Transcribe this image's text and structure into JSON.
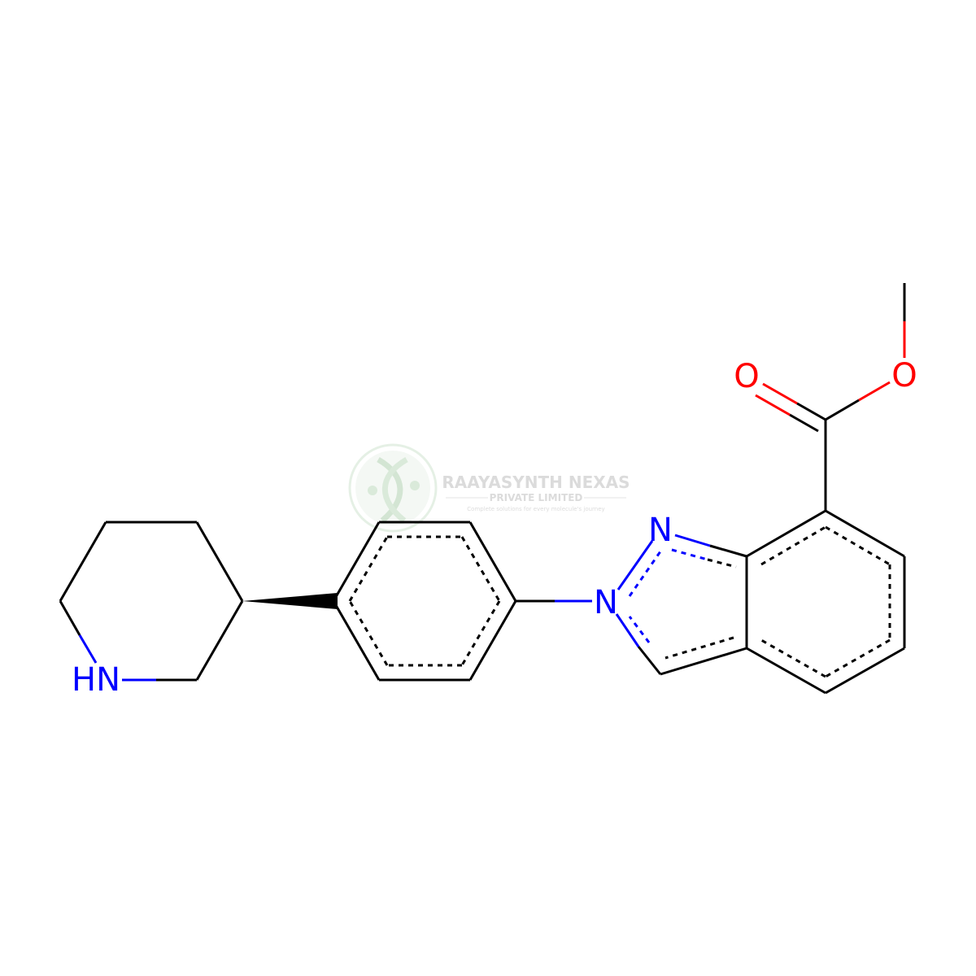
{
  "molecule": {
    "atoms": {
      "ring_n": "N",
      "indazole_n2": "N",
      "piperidine_nh": "HN",
      "carbonyl_o": "O",
      "ester_o": "O"
    },
    "colors": {
      "carbon_bond": "#000000",
      "nitrogen": "#0000ff",
      "oxygen": "#ff0000"
    }
  },
  "watermark": {
    "company": "RAAYASYNTH NEXAS",
    "subtitle": "PRIVATE LIMITED",
    "tagline": "Complete solutions for every molecule's journey",
    "logo_color": "#d9ecd9"
  }
}
